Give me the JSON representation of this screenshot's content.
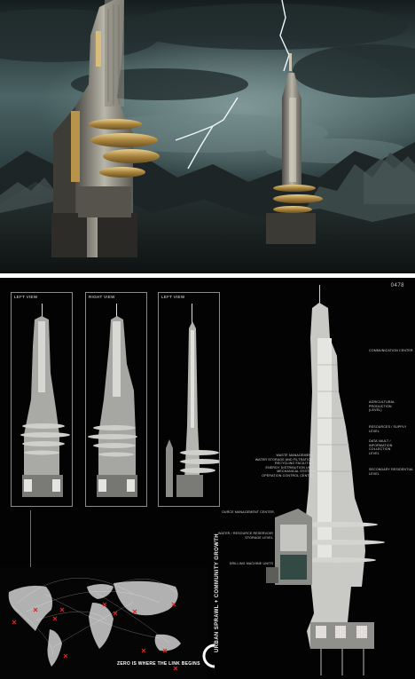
{
  "board": {
    "sheet_number": "0478",
    "views": [
      {
        "label": "LEFT VIEW"
      },
      {
        "label": "RIGHT VIEW"
      },
      {
        "label": "LEFT VIEW"
      }
    ],
    "annotations_right": [
      "COMMUNICATION CENTER",
      "AGRICULTURAL PRODUCTION\n(LEVEL)",
      "RESOURCES / SUPPLY LEVEL",
      "DATA VAULT /\nINFORMATION COLLECTION\nLEVEL",
      "SECONDARY RESIDENTIAL\nLEVEL"
    ],
    "annotations_left": [
      "WASTE MANAGEMENT,\nWATER STORAGE AND FILTRATION,\nRECYCLING FACILITIES\nENERGY DISTRIBUTION UNIT\nMECHANICAL SYSTEM\nOPERATION CONTROL CENTER",
      "OURCE MANAGEMENT CENTER,",
      "WATER / RESOURCE RESERVOIR\nSTORAGE LEVEL",
      "DRILLING MACHINE UNITS"
    ],
    "title": "URBAN SPRAWL +\nCOMMUNITY GROWTH",
    "caption": "ZERO IS WHERE THE LINK BEGINS"
  },
  "colors": {
    "sky_dark": "#1c2628",
    "sky_teal": "#5c7577",
    "gold": "#c9a45a",
    "metal": "#9a9a98",
    "board_bg": "#030303",
    "marker_red": "#e0242a"
  },
  "icons": {
    "lightning": "lightning-bolt-icon"
  }
}
